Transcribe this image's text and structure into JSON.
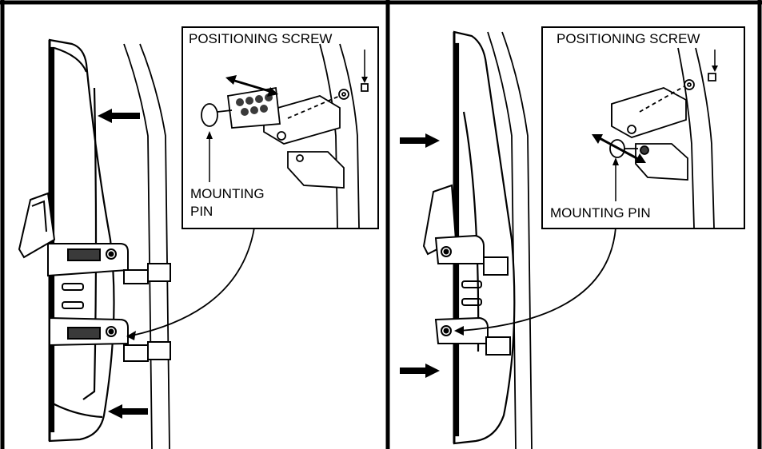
{
  "panels": [
    {
      "id": "left",
      "labels": {
        "positioning_screw": "POSITIONING SCREW",
        "mounting_pin_line1": "MOUNTING",
        "mounting_pin_line2": "PIN"
      },
      "arrow_direction": "left"
    },
    {
      "id": "right",
      "labels": {
        "positioning_screw": "POSITIONING SCREW",
        "mounting_pin": "MOUNTING PIN"
      },
      "arrow_direction": "right"
    }
  ],
  "colors": {
    "ink": "#000000",
    "paper": "#ffffff",
    "shade": "#3a3a3a"
  }
}
